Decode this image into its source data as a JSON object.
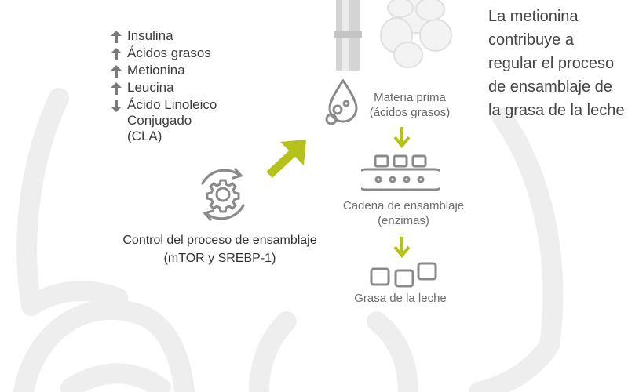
{
  "headline": "La metionina contribuye a regular el proceso de ensamblaje de la grasa de la leche",
  "factors": [
    {
      "direction": "up",
      "label": "Insulina"
    },
    {
      "direction": "up",
      "label": "Ácidos grasos"
    },
    {
      "direction": "up",
      "label": "Metionina"
    },
    {
      "direction": "up",
      "label": "Leucina"
    },
    {
      "direction": "down",
      "label": "Ácido Linoleico Conjugado (CLA)"
    }
  ],
  "control": {
    "line1": "Control del proceso de ensamblaje",
    "line2": "(mTOR y SREBP-1)"
  },
  "raw_material": {
    "line1": "Materia prima",
    "line2": "(ácidos grasos)"
  },
  "assembly_chain": {
    "line1": "Cadena de ensamblaje",
    "line2": "(enzimas)"
  },
  "milk_fat": {
    "label": "Grasa de la leche"
  },
  "colors": {
    "accent": "#b5c21c",
    "icon_gray": "#8a8a8a",
    "arrow_gray": "#7a7a7a",
    "background_art": "#eeeeee"
  }
}
